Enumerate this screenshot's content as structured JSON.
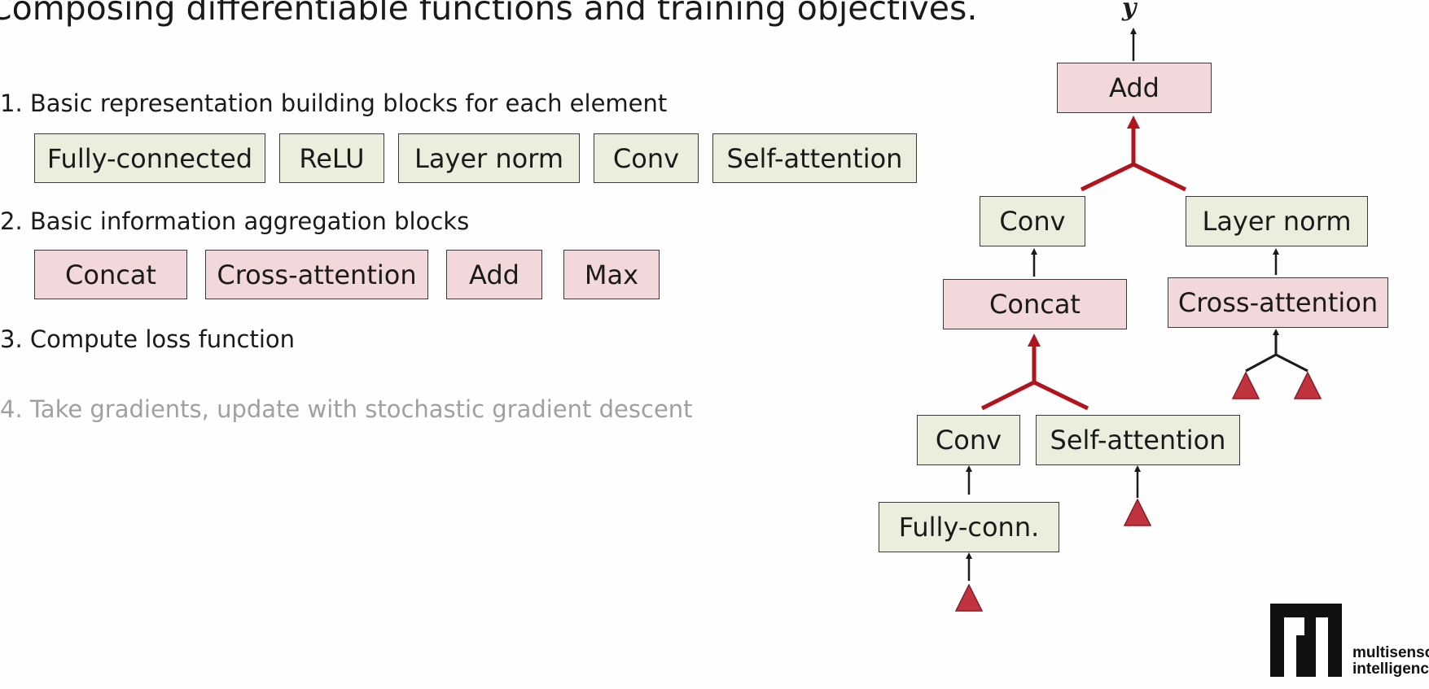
{
  "slide": {
    "title": "Composing differentiable functions and training objectives."
  },
  "steps": [
    {
      "label": "1. Basic representation building blocks for each element"
    },
    {
      "label": "2. Basic information aggregation blocks"
    },
    {
      "label": "3. Compute loss function"
    },
    {
      "label": "4. Take gradients, update with stochastic gradient descent"
    }
  ],
  "representation_blocks": [
    "Fully-connected",
    "ReLU",
    "Layer norm",
    "Conv",
    "Self-attention"
  ],
  "aggregation_blocks": [
    "Concat",
    "Cross-attention",
    "Add",
    "Max"
  ],
  "diagram": {
    "output_label": "y",
    "nodes": {
      "add": "Add",
      "conv_top": "Conv",
      "layer_norm": "Layer norm",
      "concat": "Concat",
      "cross_attention": "Cross-attention",
      "conv_bottom": "Conv",
      "self_attention": "Self-attention",
      "fully_conn": "Fully-conn."
    }
  },
  "logo": {
    "line1": "multisensory",
    "line2": "intelligence"
  },
  "colors": {
    "representation_fill": "#e9efdc",
    "aggregation_fill": "#f2d8da",
    "merge_red": "#b2141e",
    "input_triangle": "#c0333f",
    "dimmed_text": "#a0a0a0"
  }
}
